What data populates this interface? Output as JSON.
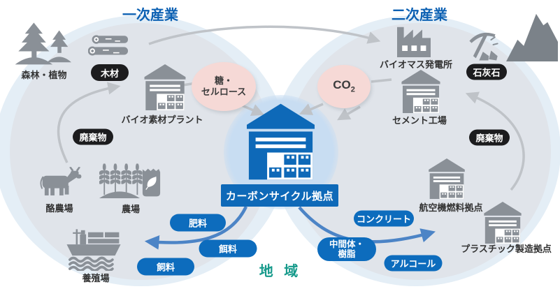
{
  "titles": {
    "primary": "一次産業",
    "secondary": "二次産業",
    "region": "地 域"
  },
  "hub": {
    "label": "カーボンサイクル拠点"
  },
  "facilities": {
    "forest": "森林・植物",
    "bio_material_plant": "バイオ素材プラント",
    "dairy_farm": "酪農場",
    "farm": "農場",
    "aquaculture": "養殖場",
    "biomass_power": "バイオマス発電所",
    "cement_plant": "セメント工場",
    "jet_fuel_hub": "航空機燃料拠点",
    "plastic_hub": "プラスチック製造拠点"
  },
  "materials": {
    "wood": "木材",
    "waste_left": "廃棄物",
    "limestone": "石灰石",
    "waste_right": "廃棄物",
    "sugar_line1": "糖・",
    "sugar_line2": "セルロース",
    "co2_base": "CO",
    "co2_sub": "2"
  },
  "products": {
    "fertilizer": "肥料",
    "fish_feed": "餌料",
    "livestock_feed": "飼料",
    "concrete": "コンクリート",
    "intermediate_line1": "中間体・",
    "intermediate_line2": "樹脂",
    "alcohol": "アルコール"
  },
  "colors": {
    "header_blue": "#0d61b3",
    "region_teal": "#169a8b",
    "pill_blue": "#0d6cbd",
    "pill_black": "#1c1c1e",
    "hub_blue": "#0e69b8",
    "pink": "#f6d9d6",
    "icon_gray": "#8a9097",
    "arrow_gray": "#bfc3c8",
    "arrow_blue": "#4c84c6",
    "circle_gray": "#e0e4ea",
    "cloud_blue": "#e4eef6",
    "hub_circle_blue": "#c8ddf2"
  }
}
